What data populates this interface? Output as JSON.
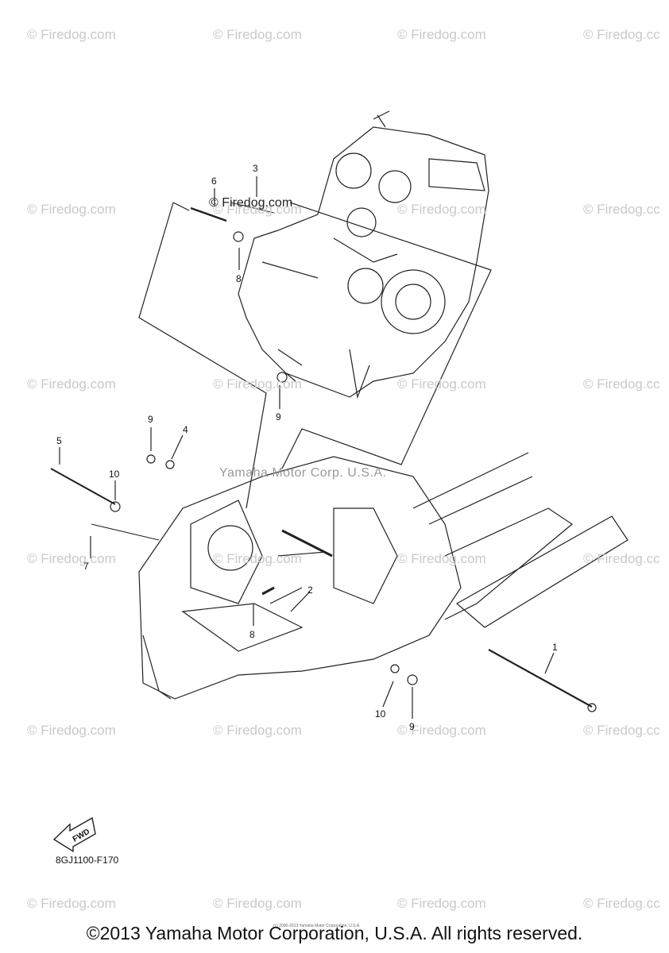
{
  "watermarks": [
    "© Firedog.com",
    "© Firedog.com",
    "© Firedog.com",
    "© Firedog.cc",
    "© Firedog.com",
    "© Firedog.com",
    "© Firedog.com",
    "© Firedog.cc",
    "© Firedog.com",
    "© Firedog.com",
    "© Firedog.com",
    "© Firedog.cc",
    "© Firedog.com",
    "© Firedog.com",
    "© Firedog.com",
    "© Firedog.cc",
    "© Firedog.com",
    "© Firedog.com",
    "© Firedog.com",
    "© Firedog.cc",
    "© Firedog.com",
    "© Firedog.com",
    "© Firedog.com",
    "© Firedog.cc"
  ],
  "inline_watermark": "© Firedog.com",
  "faint_text": "Yamaha Motor Corp. U.S.A.",
  "callouts": [
    "3",
    "6",
    "8",
    "9",
    "9",
    "4",
    "5",
    "10",
    "7",
    "2",
    "8",
    "1",
    "10",
    "9"
  ],
  "fwd_label": "FWD",
  "part_code": "8GJ1100-F170",
  "tiny_note": "(c) 2000-2013 Yamaha Motor Corporation, U.S.A.",
  "copyright": "©2013 Yamaha Motor Corporation, U.S.A. All rights reserved."
}
